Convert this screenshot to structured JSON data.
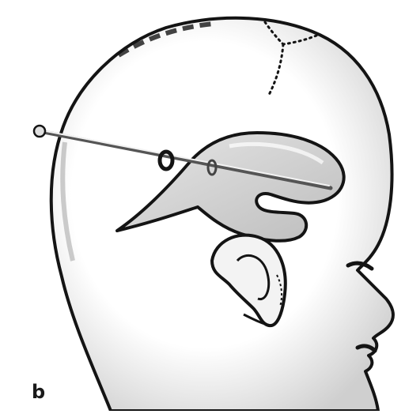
{
  "figure": {
    "panel_label": "b",
    "elements": [
      {
        "name": "head-outline",
        "kind": "anatomical-line-drawing"
      },
      {
        "name": "lateral-ventricle",
        "kind": "shaded-structure"
      },
      {
        "name": "ear",
        "kind": "anatomical-line-drawing"
      },
      {
        "name": "face-profile",
        "kind": "anatomical-line-drawing"
      },
      {
        "name": "sutures",
        "kind": "dotted-lines"
      },
      {
        "name": "catheter",
        "kind": "instrument"
      },
      {
        "name": "burr-hole-ring",
        "kind": "marker"
      }
    ],
    "colors": {
      "ink": "#141414",
      "skin_shade": "#d9d9d9",
      "ventricle_fill": "#cfcfcf",
      "instrument": "#555555"
    }
  }
}
